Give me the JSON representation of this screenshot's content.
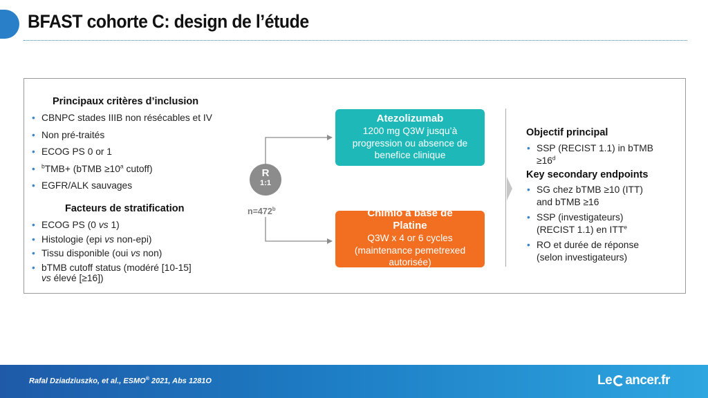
{
  "slide": {
    "title": "BFAST cohorte C: design de l’étude"
  },
  "inclusion": {
    "heading": "Principaux critères d’inclusion",
    "items": [
      {
        "pre": "",
        "text": "CBNPC stades IIIB non résécables et  IV"
      },
      {
        "pre": "",
        "text": "Non pré-traités"
      },
      {
        "pre": "",
        "text": "ECOG PS 0 or 1"
      },
      {
        "pre": "b",
        "text": "TMB+ (bTMB ≥10",
        "sup": "a",
        "post": " cutoff)"
      },
      {
        "pre": "",
        "text": "EGFR/ALK sauvages"
      }
    ]
  },
  "stratification": {
    "heading": "Facteurs de stratification",
    "items": [
      {
        "a": "ECOG PS (0 ",
        "em": "vs",
        "b": " 1)"
      },
      {
        "a": "Histologie (epi ",
        "em": "vs",
        "b": " non-epi)"
      },
      {
        "a": "Tissu disponible (oui ",
        "em": "vs",
        "b": " non)"
      },
      {
        "a": "bTMB cutoff status (modéré [10-15]",
        "em2": "vs",
        "c": " élevé [≥16])"
      }
    ]
  },
  "randomization": {
    "letter": "R",
    "ratio": "1:1",
    "n": "n=472",
    "n_sup": "b"
  },
  "arms": {
    "atezo": {
      "title": "Atezolizumab",
      "lines": [
        "1200 mg Q3W jusqu’à",
        "progression ou absence de",
        "benefice clinique"
      ],
      "color": "#1fb8b9"
    },
    "chemo": {
      "title_lines": [
        "Chimio à base de",
        "Platine"
      ],
      "lines": [
        "Q3W  x 4 or 6 cycles",
        "(maintenance pemetrexed",
        "autorisée)"
      ],
      "color": "#f26f21"
    }
  },
  "endpoints": {
    "primary_heading": "Objectif principal",
    "primary_items": [
      {
        "l1": "SSP (RECIST 1.1) in bTMB",
        "l2": "≥16",
        "sup": "d"
      }
    ],
    "secondary_heading": "Key secondary endpoints",
    "secondary_items": [
      {
        "l1": "SG chez bTMB ≥10 (ITT)",
        "l2": "and bTMB ≥16",
        "sup": ""
      },
      {
        "l1": "SSP (investigateurs)",
        "l2": "(RECIST 1.1) en ITT",
        "sup": "e"
      },
      {
        "l1": "RO et durée de réponse",
        "l2": "(selon investigateurs)",
        "sup": ""
      }
    ]
  },
  "footer": {
    "citation_a": "Rafal Dziadziuszko, et al., ESMO",
    "citation_sup": "®",
    "citation_b": " 2021, Abs 1281O",
    "logo_a": "Le",
    "logo_b": "ancer.fr"
  },
  "colors": {
    "accent": "#2a7fc9",
    "bullet": "#3a86c8",
    "connector": "#8c8c8c"
  }
}
